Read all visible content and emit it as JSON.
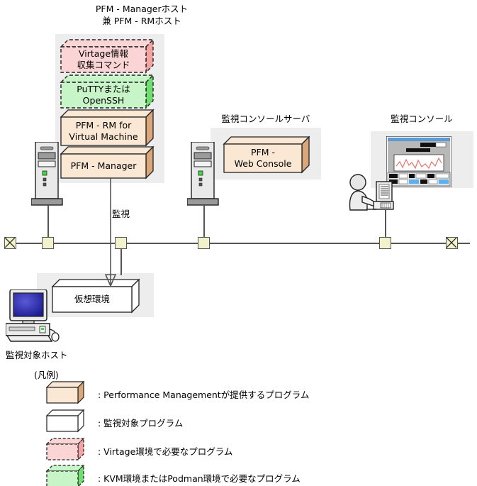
{
  "diagram": {
    "title": "PFM - Manager / PFM - RM host monitoring configuration",
    "colors": {
      "pfm_program_fill": "#fae8d5",
      "pfm_program_side": "#d9a779",
      "monitored_program_fill": "#ffffff",
      "virtage_fill": "#fbd5d5",
      "virtage_side": "#f4a3a3",
      "kvm_fill": "#c8f5c8",
      "kvm_side": "#70dd70",
      "group_bg": "#ededed",
      "line": "#555555",
      "connector_fill": "#f2f2cc",
      "chart_line": "#e8736b"
    }
  },
  "hosts": {
    "manager_host": {
      "title_line1": "PFM - Managerホスト",
      "title_line2": "兼 PFM - RMホスト",
      "programs": [
        {
          "name": "virtage-collect-command",
          "line1": "Virtage情報",
          "line2": "収集コマンド",
          "style": "virtage"
        },
        {
          "name": "putty-openssh",
          "line1": "PuTTYまたは",
          "line2": "OpenSSH",
          "style": "kvm"
        },
        {
          "name": "pfm-rm-for-virtual-machine",
          "line1": "PFM - RM for",
          "line2": "Virtual Machine",
          "style": "pfm"
        },
        {
          "name": "pfm-manager",
          "line1": "PFM - Manager",
          "line2": "",
          "style": "pfm"
        }
      ]
    },
    "console_server": {
      "title": "監視コンソールサーバ",
      "program": {
        "line1": "PFM -",
        "line2": "Web Console",
        "style": "pfm"
      }
    },
    "console": {
      "title": "監視コンソール"
    },
    "monitored_host": {
      "label": "監視対象ホスト",
      "program": {
        "line1": "仮想環境",
        "line2": "",
        "style": "monitored"
      }
    }
  },
  "connections": {
    "monitoring_label": "監視"
  },
  "legend": {
    "title": "(凡例)",
    "items": [
      {
        "style": "pfm",
        "text": ": Performance Managementが提供するプログラム"
      },
      {
        "style": "monitored",
        "text": ": 監視対象プログラム"
      },
      {
        "style": "virtage",
        "text": ": Virtage環境で必要なプログラム"
      },
      {
        "style": "kvm",
        "text": ": KVM環境またはPodman環境で必要なプログラム"
      }
    ]
  }
}
